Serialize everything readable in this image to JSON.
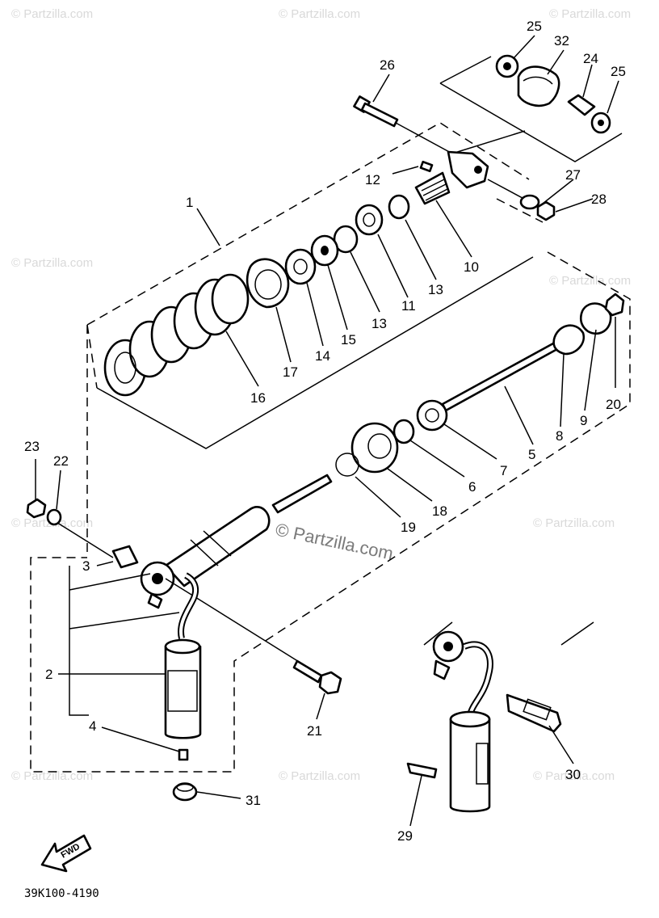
{
  "diagram": {
    "part_code": "39K100-4190",
    "watermark": "© Partzilla.com",
    "fwd_label": "FWD",
    "callouts": [
      "1",
      "2",
      "3",
      "4",
      "5",
      "6",
      "7",
      "8",
      "9",
      "10",
      "11",
      "12",
      "13",
      "13",
      "14",
      "15",
      "16",
      "17",
      "18",
      "19",
      "20",
      "21",
      "22",
      "23",
      "24",
      "25",
      "25",
      "26",
      "27",
      "28",
      "29",
      "30",
      "31",
      "32"
    ]
  }
}
